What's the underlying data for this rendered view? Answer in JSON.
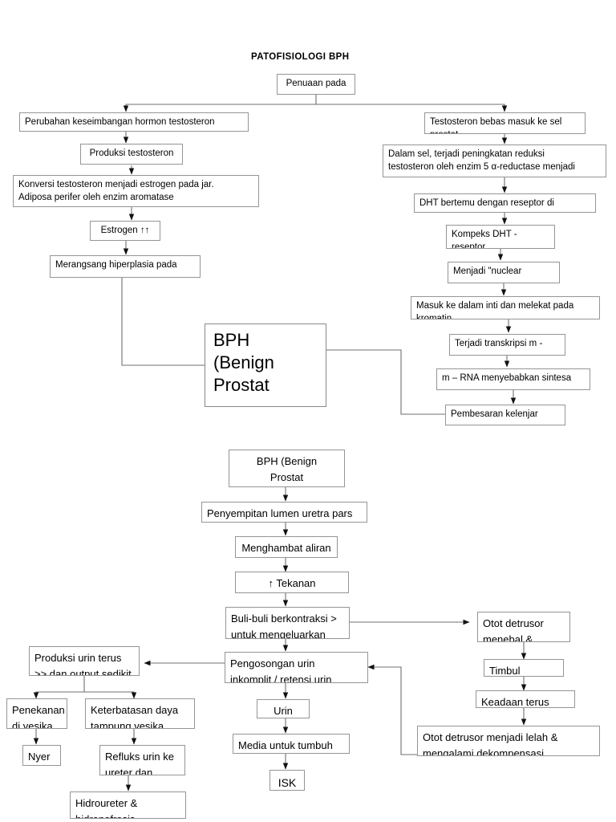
{
  "title": "PATOFISIOLOGI BPH",
  "chart_data": {
    "type": "diagram",
    "title": "PATOFISIOLOGI BPH",
    "subtitle": "",
    "description": "Flowchart pathophysiology of Benign Prostatic Hyperplasia (BPH), two linked flow sections",
    "legend": [],
    "sections": [
      {
        "name": "upper-pathway",
        "nodes": [
          "Penuaan pada",
          "Perubahan keseimbangan hormon testosteron",
          "Produksi testosteron",
          "Konversi testosteron menjadi estrogen pada jar. Adiposa perifer oleh enzim aromatase",
          "Estrogen ↑↑",
          "Merangsang hiperplasia pada",
          "BPH (Benign Prostat",
          "Testosteron bebas masuk ke sel prostat",
          "Dalam sel, terjadi peningkatan reduksi testosteron oleh enzim 5 α-reductase menjadi",
          "DHT bertemu dengan reseptor di",
          "Kompeks DHT - reseptor",
          "Menjadi \"nuclear",
          "Masuk ke dalam inti dan melekat pada kromatin",
          "Terjadi transkripsi m -",
          "m – RNA menyebabkan sintesa",
          "Pembesaran kelenjar"
        ]
      },
      {
        "name": "lower-pathway",
        "nodes": [
          "BPH (Benign Prostat",
          "Penyempitan lumen uretra pars",
          "Menghambat aliran",
          "↑   Tekanan",
          "Buli-buli berkontraksi > untuk mengeluarkan urin",
          "Pengosongan urin inkomplit / retensi urin",
          "Urin",
          "Media untuk tumbuh",
          "ISK",
          "Produksi urin terus >> dan output sedikit",
          "Penekanan di vesika",
          "Keterbatasan daya tampung vesika",
          "Nyer",
          "Refluks urin ke ureter dan ginjal",
          "Hidroureter & hidronefrosis",
          "Otot detrusor menebal &",
          "Timbul",
          "Keadaan terus",
          "Otot detrusor menjadi lelah & mengalami dekompensasi"
        ]
      }
    ],
    "edges": [
      {
        "from": "Penuaan pada",
        "to": "Perubahan keseimbangan hormon testosteron"
      },
      {
        "from": "Penuaan pada",
        "to": "Testosteron bebas masuk ke sel prostat"
      },
      {
        "from": "Perubahan keseimbangan hormon testosteron",
        "to": "Produksi testosteron"
      },
      {
        "from": "Produksi testosteron",
        "to": "Konversi testosteron menjadi estrogen"
      },
      {
        "from": "Konversi testosteron menjadi estrogen",
        "to": "Estrogen ↑↑"
      },
      {
        "from": "Estrogen ↑↑",
        "to": "Merangsang hiperplasia pada"
      },
      {
        "from": "Merangsang hiperplasia pada",
        "to": "BPH (Benign Prostat"
      },
      {
        "from": "Testosteron bebas masuk ke sel prostat",
        "to": "Dalam sel, terjadi peningkatan reduksi"
      },
      {
        "from": "Dalam sel, terjadi peningkatan reduksi",
        "to": "DHT bertemu dengan reseptor di"
      },
      {
        "from": "DHT bertemu dengan reseptor di",
        "to": "Kompeks DHT - reseptor"
      },
      {
        "from": "Kompeks DHT - reseptor",
        "to": "Menjadi \"nuclear"
      },
      {
        "from": "Menjadi \"nuclear",
        "to": "Masuk ke dalam inti dan melekat pada kromatin"
      },
      {
        "from": "Masuk ke dalam inti dan melekat pada kromatin",
        "to": "Terjadi transkripsi m -"
      },
      {
        "from": "Terjadi transkripsi m -",
        "to": "m – RNA menyebabkan sintesa"
      },
      {
        "from": "m – RNA menyebabkan sintesa",
        "to": "Pembesaran kelenjar"
      },
      {
        "from": "Pembesaran kelenjar",
        "to": "BPH (Benign Prostat"
      },
      {
        "from": "BPH (Benign Prostat",
        "to": "Penyempitan lumen uretra pars"
      },
      {
        "from": "Penyempitan lumen uretra pars",
        "to": "Menghambat aliran"
      },
      {
        "from": "Menghambat aliran",
        "to": "↑ Tekanan"
      },
      {
        "from": "↑ Tekanan",
        "to": "Buli-buli berkontraksi >"
      },
      {
        "from": "Buli-buli berkontraksi >",
        "to": "Pengosongan urin inkomplit / retensi urin"
      },
      {
        "from": "Buli-buli berkontraksi >",
        "to": "Otot detrusor menebal &"
      },
      {
        "from": "Pengosongan urin inkomplit / retensi urin",
        "to": "Urin"
      },
      {
        "from": "Pengosongan urin inkomplit / retensi urin",
        "to": "Produksi urin terus >> dan output sedikit"
      },
      {
        "from": "Urin",
        "to": "Media untuk tumbuh"
      },
      {
        "from": "Media untuk tumbuh",
        "to": "ISK"
      },
      {
        "from": "Produksi urin terus >> dan output sedikit",
        "to": "Penekanan di vesika"
      },
      {
        "from": "Produksi urin terus >> dan output sedikit",
        "to": "Keterbatasan daya tampung vesika"
      },
      {
        "from": "Penekanan di vesika",
        "to": "Nyer"
      },
      {
        "from": "Keterbatasan daya tampung vesika",
        "to": "Refluks urin ke ureter dan ginjal"
      },
      {
        "from": "Refluks urin ke ureter dan ginjal",
        "to": "Hidroureter & hidronefrosis"
      },
      {
        "from": "Otot detrusor menebal &",
        "to": "Timbul"
      },
      {
        "from": "Timbul",
        "to": "Keadaan terus"
      },
      {
        "from": "Keadaan terus",
        "to": "Otot detrusor menjadi lelah & mengalami dekompensasi"
      },
      {
        "from": "Otot detrusor menjadi lelah & mengalami dekompensasi",
        "to": "Pengosongan urin inkomplit / retensi urin"
      }
    ]
  },
  "nodes": {
    "penuaan": "Penuaan pada",
    "perubahan": "Perubahan keseimbangan hormon testosteron",
    "produksi_testo": "Produksi testosteron",
    "konversi": "Konversi testosteron menjadi estrogen pada jar.\nAdiposa perifer oleh enzim aromatase",
    "estrogen": "Estrogen  ↑↑",
    "merangsang": "Merangsang hiperplasia pada",
    "bph_big": "BPH\n(Benign\nProstat",
    "testo_bebas": "Testosteron bebas masuk ke sel\nprostat",
    "dalam_sel": "Dalam sel, terjadi peningkatan reduksi\ntestosteron oleh enzim 5 α-reductase menjadi",
    "dht_bertemu": "DHT bertemu dengan reseptor di",
    "kompeks": "Kompeks DHT -\nreseptor",
    "nuclear": "Menjadi \"nuclear",
    "masuk_inti": "Masuk ke dalam inti dan melekat pada\nkromatin",
    "transkripsi": "Terjadi transkripsi m -",
    "mrna": "m – RNA menyebabkan sintesa",
    "pembesaran": "Pembesaran kelenjar",
    "bph_mid": "BPH (Benign\nProstat",
    "penyempitan": "Penyempitan lumen uretra pars",
    "menghambat": "Menghambat aliran",
    "tekanan": "↑    Tekanan",
    "buli": "Buli-buli berkontraksi >\nuntuk mengeluarkan urin",
    "pengosongan": "Pengosongan urin\ninkomplit / retensi urin",
    "urin": "Urin",
    "media": "Media untuk tumbuh",
    "isk": "ISK",
    "produksi_urin": "Produksi urin terus\n>> dan output sedikit",
    "penekanan": "Penekanan\ndi vesika",
    "keterbatasan": "Keterbatasan daya\ntampung vesika",
    "nyeri": "Nyer",
    "refluks": "Refluks urin ke\nureter dan ginjal",
    "hidroureter": "Hidroureter &\nhidronefrosis",
    "otot_menebal": "Otot detrusor\nmenebal &",
    "timbul": "Timbul",
    "keadaan": "Keadaan terus",
    "otot_lelah": "Otot detrusor menjadi lelah &\nmengalami dekompensasi"
  }
}
